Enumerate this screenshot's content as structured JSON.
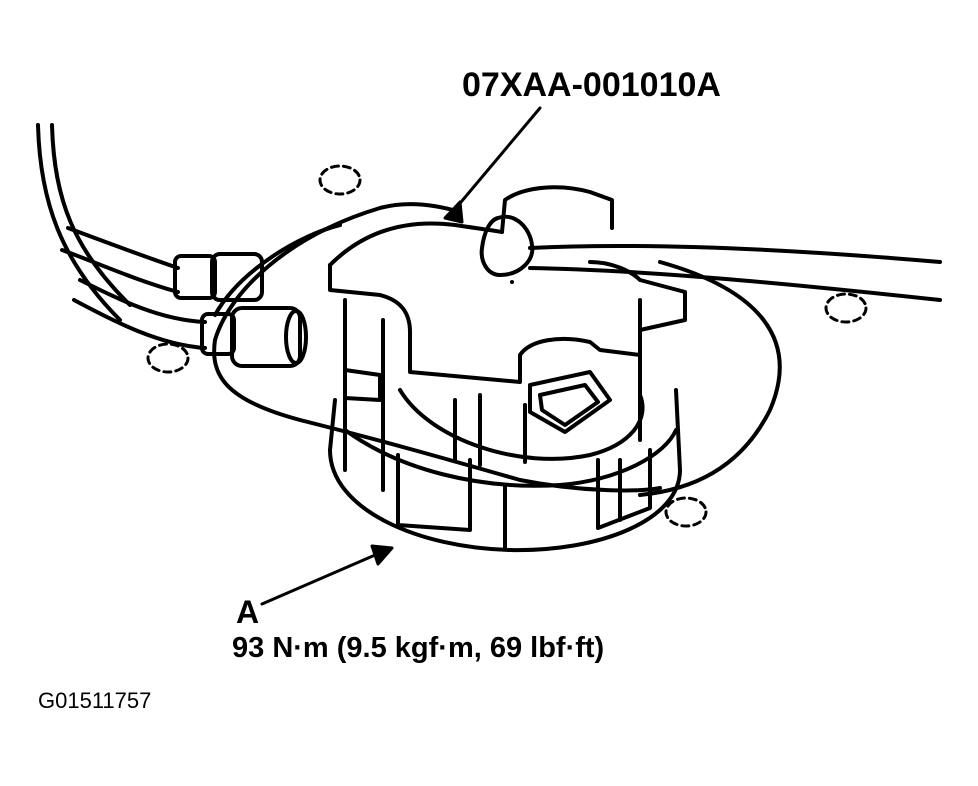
{
  "diagram": {
    "tool_number": "07XAA-001010A",
    "callout_letter": "A",
    "torque_spec": "93 N·m (9.5 kgf·m, 69 lbf·ft)",
    "figure_id": "G01511757"
  },
  "colors": {
    "ink": "#000000",
    "paper": "#ffffff"
  }
}
